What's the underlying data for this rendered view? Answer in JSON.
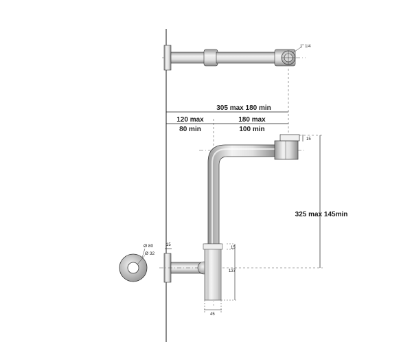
{
  "dimensions": {
    "thread": "1\" 1/4",
    "overall_extension": "305 max 180 min",
    "arm_left_max": "120 max",
    "arm_left_min": "80 min",
    "arm_right_max": "180 max",
    "arm_right_min": "100 min",
    "top_offset": "15",
    "vertical_extension": "325 max 145min",
    "rosette_diameter": "Ø 80",
    "pipe_diameter": "Ø 32",
    "rosette_depth": "15",
    "tube_top": "15",
    "tube_height": "137",
    "tube_width": "45"
  },
  "colors": {
    "line": "#1a1a1a",
    "metal_light": "#e6e6e6",
    "metal_mid": "#bcbcbc",
    "metal_dark": "#8a8a8a"
  }
}
